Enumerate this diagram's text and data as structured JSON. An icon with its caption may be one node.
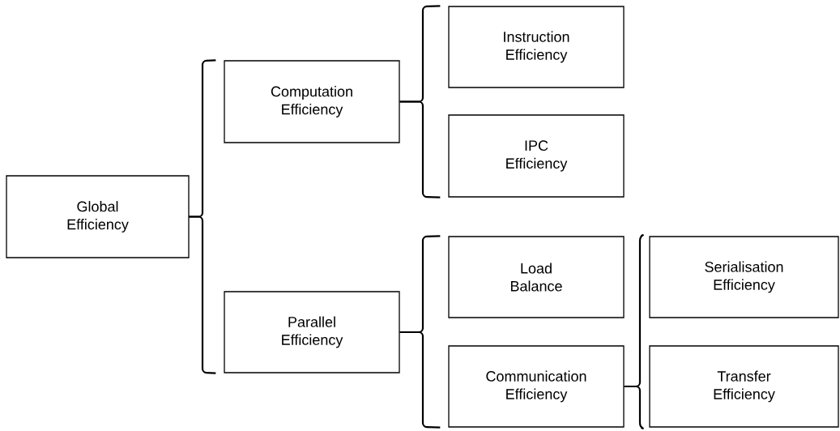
{
  "diagram": {
    "nodes": [
      {
        "text": [
          "Global Efficiency"
        ]
      },
      {
        "text": [
          "Computation Efficiency"
        ]
      },
      {
        "text": [
          "Parallel Efficiency"
        ]
      },
      {
        "text": [
          "Instruction Efficiency"
        ]
      },
      {
        "text": [
          "IPC Efficiency"
        ]
      },
      {
        "text": [
          "Load Balance"
        ]
      },
      {
        "text": [
          "Communication Efficiency"
        ]
      },
      {
        "text": [
          "Serialisation Efficiency"
        ]
      },
      {
        "text": [
          "Transfer Efficiency"
        ]
      }
    ],
    "edges": [
      {
        "from": 0,
        "to": 1,
        "arrow": "none"
      },
      {
        "from": 0,
        "to": 2,
        "arrow": "none"
      },
      {
        "from": 1,
        "to": 3,
        "arrow": "none"
      },
      {
        "from": 1,
        "to": 4,
        "arrow": "none"
      },
      {
        "from": 2,
        "to": 5,
        "arrow": "none"
      },
      {
        "from": 2,
        "to": 6,
        "arrow": "none"
      },
      {
        "from": 6,
        "to": 7,
        "arrow": "none"
      },
      {
        "from": 6,
        "to": 8,
        "arrow": "none"
      }
    ]
  }
}
